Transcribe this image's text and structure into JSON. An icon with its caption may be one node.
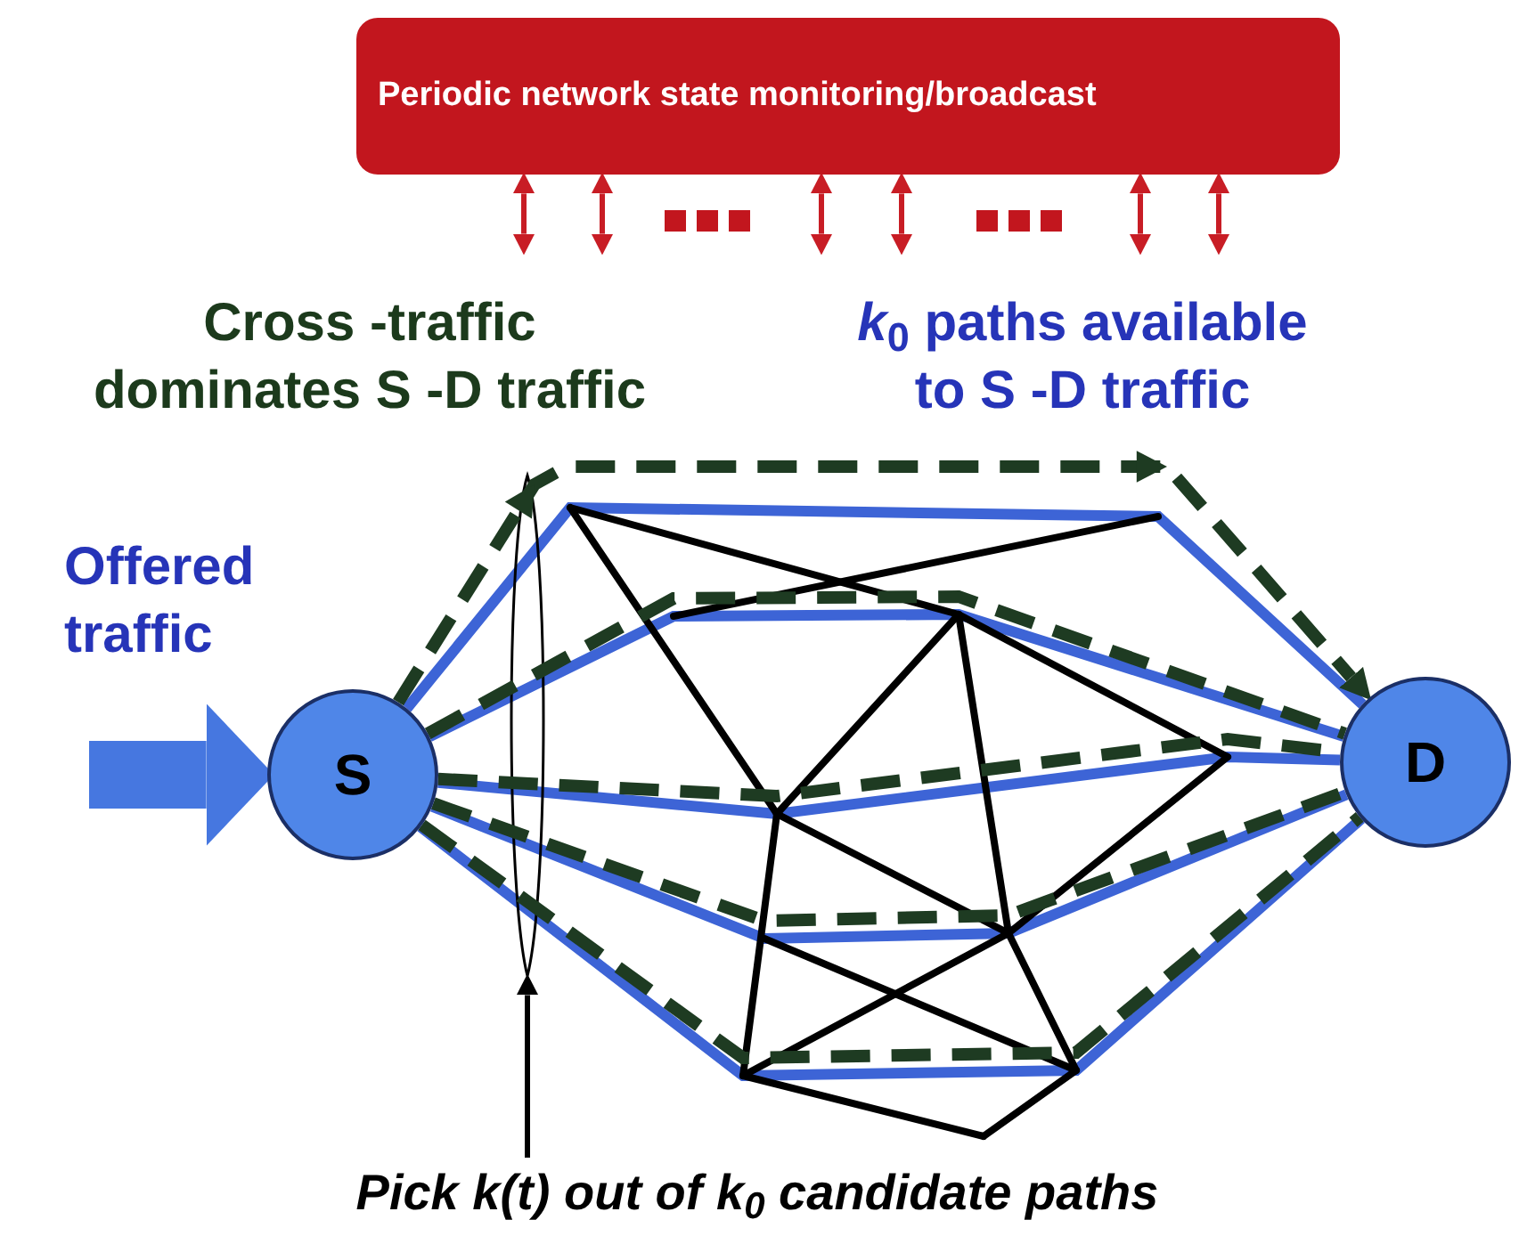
{
  "diagram": {
    "nodes": [
      {
        "text": [
          "Periodic network state monitoring/broadcast"
        ]
      },
      {
        "text": [
          "S"
        ]
      },
      {
        "text": [
          "D"
        ]
      },
      {
        "text": [
          "Pick k(t) out of k$_{0}$ candidate paths"
        ]
      }
    ],
    "edges": [
      {
        "from": 1,
        "to": 2,
        "arrow": "none",
        "color": "#3d64d6"
      },
      {
        "from": 1,
        "to": 2,
        "arrow": "none",
        "color": "#3d64d6"
      },
      {
        "from": 1,
        "to": 2,
        "arrow": "none",
        "color": "#3d64d6"
      },
      {
        "from": 1,
        "to": 2,
        "arrow": "none",
        "color": "#3d64d6"
      },
      {
        "from": 1,
        "to": 2,
        "arrow": "none",
        "color": "#3d64d6"
      },
      {
        "from": 1,
        "to": 2,
        "arrow": "to",
        "style": "dashed",
        "color": "#1e3b22"
      },
      {
        "from": 1,
        "to": 2,
        "arrow": "none",
        "style": "dashed",
        "color": "#1e3b22"
      },
      {
        "from": 1,
        "to": 2,
        "arrow": "none",
        "style": "dashed",
        "color": "#1e3b22"
      },
      {
        "from": 1,
        "to": 2,
        "arrow": "none",
        "style": "dashed",
        "color": "#1e3b22"
      },
      {
        "from": 1,
        "to": 2,
        "arrow": "none",
        "style": "dashed",
        "color": "#1e3b22"
      },
      {
        "from": 0,
        "to": null,
        "arrow": "both"
      },
      {
        "from": 0,
        "to": null,
        "arrow": "both"
      },
      {
        "from": 0,
        "to": null,
        "arrow": "both"
      },
      {
        "from": 0,
        "to": null,
        "arrow": "both"
      },
      {
        "from": 0,
        "to": null,
        "arrow": "both"
      },
      {
        "from": 0,
        "to": null,
        "arrow": "both"
      },
      {
        "from": null,
        "to": 1,
        "arrow": "to",
        "style": "thick",
        "color": "#4677e0",
        "label": "Offered traffic"
      },
      {
        "from": 3,
        "to": null,
        "arrow": "to",
        "color": "#000000"
      }
    ],
    "labels": [
      "Cross -traffic dominates S -D traffic",
      "*k*$_{0}$ paths available to S -D traffic"
    ]
  }
}
